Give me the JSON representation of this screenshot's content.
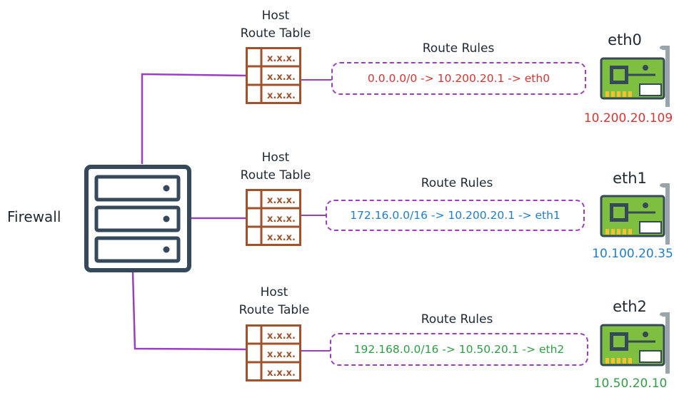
{
  "firewall": {
    "label": "Firewall"
  },
  "colors": {
    "wire": "#9b3fc0",
    "table": "#a0522d",
    "server": "#35495a",
    "nic_board": "#7fbf3f",
    "rule_border": "#9b3fc0",
    "eth0": "#e03131",
    "eth1": "#1c7ed6",
    "eth2": "#2f9e44"
  },
  "rows": [
    {
      "host_table": {
        "title_line1": "Host",
        "title_line2": "Route Table",
        "cells": [
          "x.x.x.",
          "x.x.x.",
          "x.x.x."
        ]
      },
      "rules_title": "Route Rules",
      "rule": "0.0.0.0/0 -> 10.200.20.1 -> eth0",
      "interface": {
        "name": "eth0",
        "ip": "10.200.20.109"
      }
    },
    {
      "host_table": {
        "title_line1": "Host",
        "title_line2": "Route Table",
        "cells": [
          "x.x.x.",
          "x.x.x.",
          "x.x.x."
        ]
      },
      "rules_title": "Route Rules",
      "rule": "172.16.0.0/16 -> 10.200.20.1 -> eth1",
      "interface": {
        "name": "eth1",
        "ip": "10.100.20.35"
      }
    },
    {
      "host_table": {
        "title_line1": "Host",
        "title_line2": "Route Table",
        "cells": [
          "x.x.x.",
          "x.x.x.",
          "x.x.x."
        ]
      },
      "rules_title": "Route Rules",
      "rule": "192.168.0.0/16 -> 10.50.20.1 -> eth2",
      "interface": {
        "name": "eth2",
        "ip": "10.50.20.10"
      }
    }
  ]
}
